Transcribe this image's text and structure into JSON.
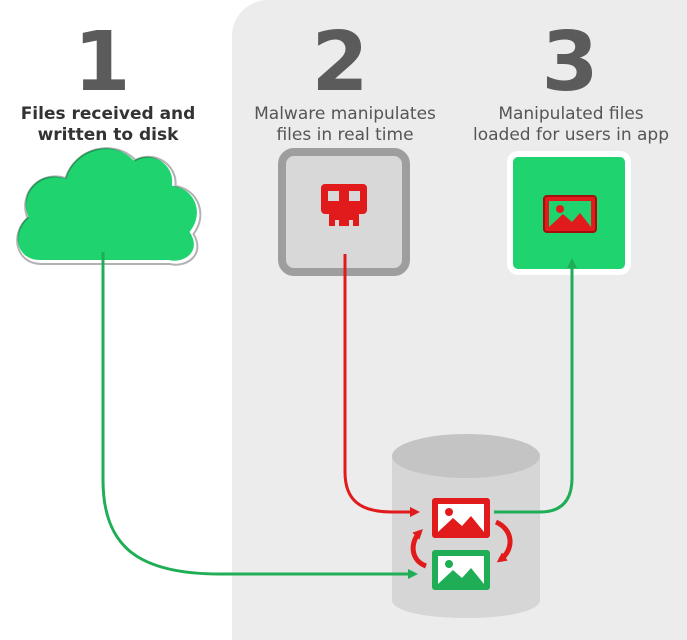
{
  "steps": [
    {
      "number": "1",
      "caption_line1": "Files received and",
      "caption_line2": "written to disk"
    },
    {
      "number": "2",
      "caption_line1": "Malware manipulates",
      "caption_line2": "files in real time"
    },
    {
      "number": "3",
      "caption_line1": "Manipulated files",
      "caption_line2": "loaded for users in app"
    }
  ],
  "icons": {
    "step1": "cloud-icon",
    "step2": "skull-icon",
    "step3": "image-icon",
    "storage": "database-icon"
  },
  "colors": {
    "green": "#1fd36f",
    "green_arrow": "#1fae55",
    "red": "#e11b1b",
    "panel": "#ececec",
    "box_gray": "#9e9e9e",
    "text": "#555555"
  }
}
